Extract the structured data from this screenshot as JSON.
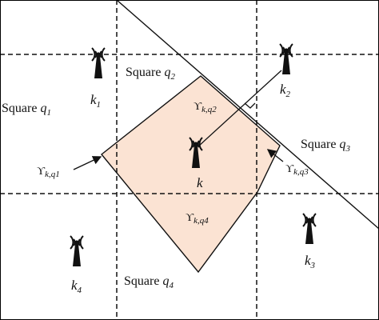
{
  "squares": [
    {
      "word": "Square",
      "var": "q",
      "sub": "2"
    },
    {
      "word": "Square",
      "var": "q",
      "sub": "1"
    },
    {
      "word": "Square",
      "var": "q",
      "sub": "3"
    },
    {
      "word": "Square",
      "var": "q",
      "sub": "4"
    }
  ],
  "nodes": [
    {
      "var": "k",
      "sub": "1"
    },
    {
      "var": "k",
      "sub": "2"
    },
    {
      "var": "k",
      "sub": ""
    },
    {
      "var": "k",
      "sub": "3"
    },
    {
      "var": "k",
      "sub": "4"
    }
  ],
  "regions": [
    {
      "sym": "ϒ",
      "sub": "k,q2"
    },
    {
      "sym": "ϒ",
      "sub": "k,q1"
    },
    {
      "sym": "ϒ",
      "sub": "k,q3"
    },
    {
      "sym": "ϒ",
      "sub": "k,q4"
    }
  ],
  "colors": {
    "region_fill": "#fbe3d3",
    "line": "#111111",
    "antenna": "#111111"
  },
  "icons": [
    "antenna-tower-icon"
  ]
}
